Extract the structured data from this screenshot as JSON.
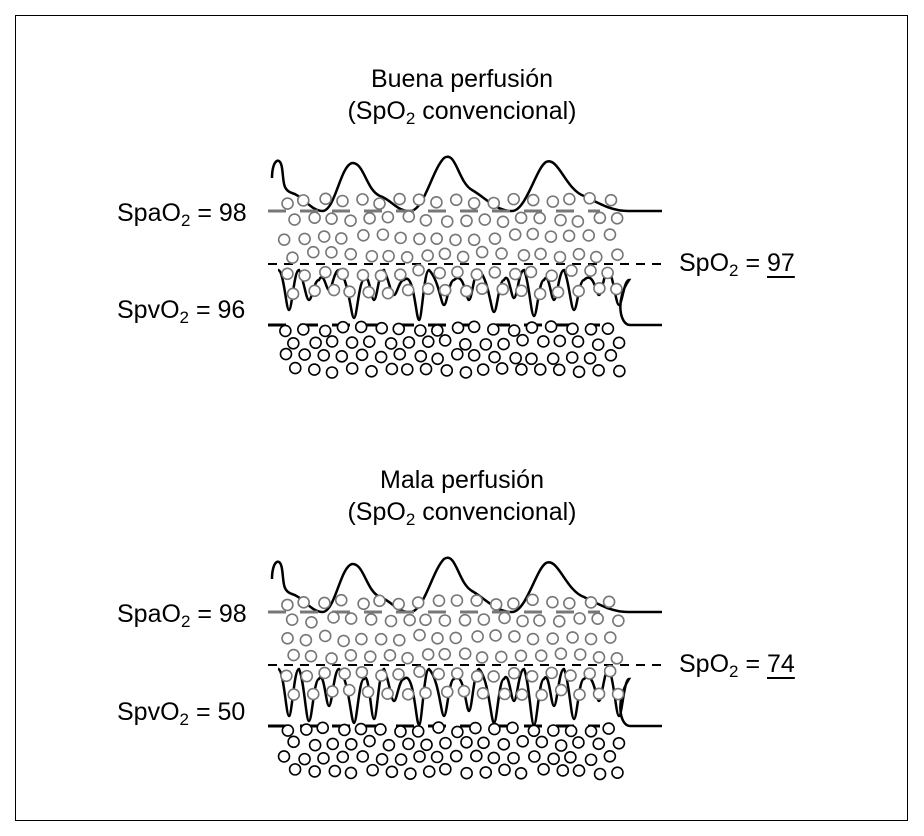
{
  "panels": [
    {
      "title": "Buena perfusión",
      "subtitle_pre": "(SpO",
      "subtitle_sub": "2",
      "subtitle_post": " convencional)",
      "arterial": {
        "prefix": "SpaO",
        "sub": "2",
        "suffix": " = 98"
      },
      "venous": {
        "prefix": "SpvO",
        "sub": "2",
        "suffix": " = 96"
      },
      "result": {
        "prefix": "SpO",
        "sub": "2",
        "eq": " = ",
        "value": "97"
      }
    },
    {
      "title": "Mala perfusión",
      "subtitle_pre": "(SpO",
      "subtitle_sub": "2",
      "subtitle_post": " convencional)",
      "arterial": {
        "prefix": "SpaO",
        "sub": "2",
        "suffix": " = 98"
      },
      "venous": {
        "prefix": "SpvO",
        "sub": "2",
        "suffix": " = 50"
      },
      "result": {
        "prefix": "SpO",
        "sub": "2",
        "eq": " = ",
        "value": "74"
      }
    }
  ],
  "colors": {
    "arterial": "#777777",
    "venous": "#000000",
    "line": "#000000"
  }
}
